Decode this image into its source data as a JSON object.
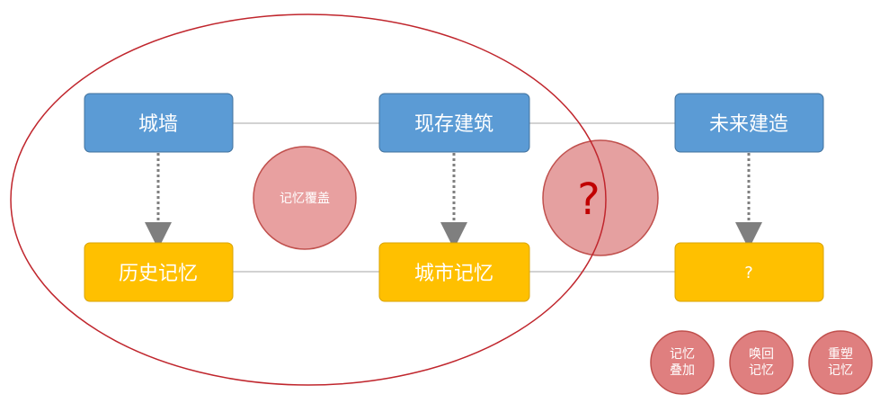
{
  "colors": {
    "blue_box": "#5b9bd5",
    "blue_border": "#41719c",
    "yellow_box": "#ffc000",
    "yellow_border": "#d9a300",
    "circle_fill": "#e8a0a0",
    "circle_stroke": "#c0504d",
    "ellipse_stroke": "#c0262d",
    "badge_fill": "#df7f7f",
    "badge_stroke": "#c0504d",
    "connector": "#a6a6a6",
    "arrow": "#7f7f7f",
    "question_mark": "#c00000"
  },
  "nodes": {
    "wall": "城墙",
    "existing": "现存建筑",
    "future": "未来建造",
    "history": "历史记忆",
    "city": "城市记忆",
    "unknown": "?"
  },
  "circles": {
    "overlay": "记忆覆盖",
    "question": "?"
  },
  "badges": {
    "b1": {
      "line1": "记忆",
      "line2": "叠加"
    },
    "b2": {
      "line1": "唤回",
      "line2": "记忆"
    },
    "b3": {
      "line1": "重塑",
      "line2": "记忆"
    }
  }
}
